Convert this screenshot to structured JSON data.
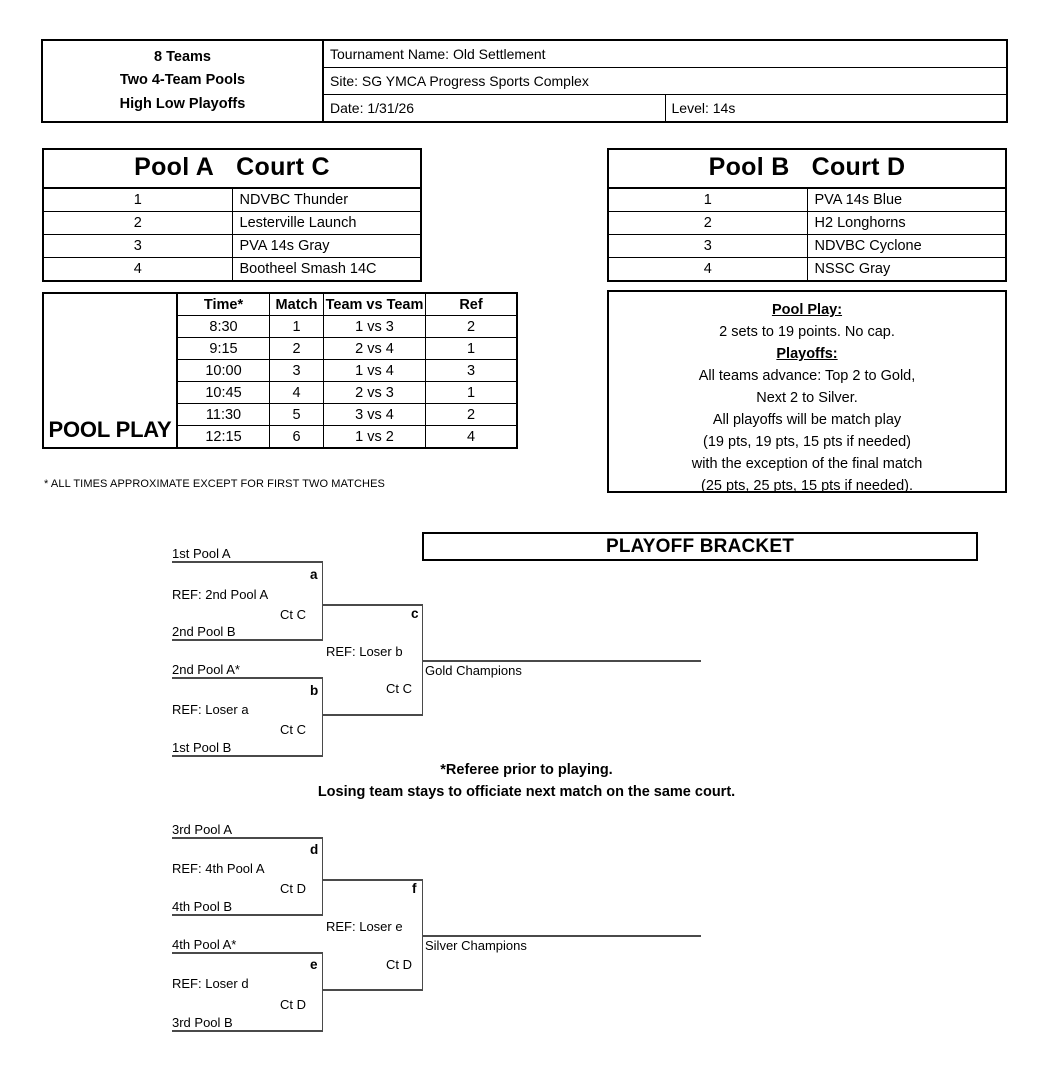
{
  "header": {
    "left_lines": [
      "8 Teams",
      "Two 4-Team Pools",
      "High Low Playoffs"
    ],
    "tournament_name": "Tournament Name: Old Settlement",
    "site": "Site: SG YMCA Progress Sports Complex",
    "date": "Date: 1/31/26",
    "level": "Level: 14s"
  },
  "pool_a": {
    "title_pool": "Pool A",
    "title_court": "Court C",
    "rows": [
      {
        "seed": "1",
        "team": "NDVBC Thunder"
      },
      {
        "seed": "2",
        "team": "Lesterville Launch"
      },
      {
        "seed": "3",
        "team": "PVA 14s Gray"
      },
      {
        "seed": "4",
        "team": "Bootheel Smash 14C"
      }
    ]
  },
  "pool_b": {
    "title_pool": "Pool B",
    "title_court": "Court D",
    "rows": [
      {
        "seed": "1",
        "team": "PVA 14s Blue"
      },
      {
        "seed": "2",
        "team": "H2 Longhorns"
      },
      {
        "seed": "3",
        "team": "NDVBC Cyclone"
      },
      {
        "seed": "4",
        "team": "NSSC Gray"
      }
    ]
  },
  "schedule": {
    "label": "POOL PLAY",
    "headers": [
      "Time*",
      "Match",
      "Team vs Team",
      "Ref"
    ],
    "rows": [
      {
        "time": "8:30",
        "match": "1",
        "teams": "1 vs 3",
        "ref": "2"
      },
      {
        "time": "9:15",
        "match": "2",
        "teams": "2 vs 4",
        "ref": "1"
      },
      {
        "time": "10:00",
        "match": "3",
        "teams": "1 vs 4",
        "ref": "3"
      },
      {
        "time": "10:45",
        "match": "4",
        "teams": "2 vs 3",
        "ref": "1"
      },
      {
        "time": "11:30",
        "match": "5",
        "teams": "3 vs 4",
        "ref": "2"
      },
      {
        "time": "12:15",
        "match": "6",
        "teams": "1 vs 2",
        "ref": "4"
      }
    ],
    "footnote": "* ALL TIMES APPROXIMATE EXCEPT FOR FIRST TWO MATCHES"
  },
  "rules": {
    "pool_play_heading": "Pool Play:",
    "pool_play_text": "2 sets to 19 points. No cap.",
    "playoffs_heading": "Playoffs:",
    "playoff_lines": [
      "All teams advance: Top 2 to Gold,",
      "Next 2 to Silver.",
      "All playoffs will be match play",
      "(19 pts, 19 pts, 15 pts if needed)",
      "with the exception of the final match",
      "(25 pts, 25 pts, 15 pts if needed)."
    ]
  },
  "bracket": {
    "title": "PLAYOFF BRACKET",
    "notes": [
      "*Referee prior to playing.",
      "Losing team stays to officiate next match on the same court."
    ],
    "gold": {
      "match_a": {
        "top_team": "1st Pool A",
        "ref": "REF: 2nd Pool A",
        "court": "Ct C",
        "bottom_team": "2nd Pool B",
        "letter": "a"
      },
      "match_b": {
        "top_team": "2nd Pool A*",
        "ref": "REF: Loser a",
        "court": "Ct C",
        "bottom_team": "1st Pool B",
        "letter": "b"
      },
      "match_c": {
        "ref": "REF: Loser b",
        "court": "Ct C",
        "letter": "c",
        "champion": "Gold Champions"
      }
    },
    "silver": {
      "match_d": {
        "top_team": "3rd Pool A",
        "ref": "REF: 4th Pool A",
        "court": "Ct D",
        "bottom_team": "4th Pool B",
        "letter": "d"
      },
      "match_e": {
        "top_team": "4th Pool A*",
        "ref": "REF: Loser d",
        "court": "Ct D",
        "bottom_team": "3rd Pool B",
        "letter": "e"
      },
      "match_f": {
        "ref": "REF: Loser e",
        "court": "Ct D",
        "letter": "f",
        "champion": "Silver Champions"
      }
    }
  }
}
